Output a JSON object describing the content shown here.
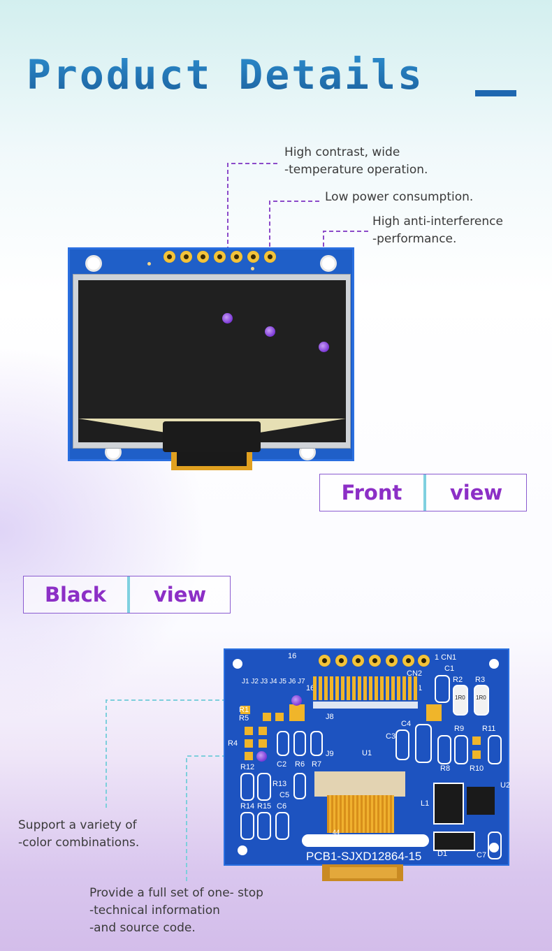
{
  "header": {
    "title": "Product Details"
  },
  "front_section": {
    "callouts": [
      {
        "line1": "High contrast, wide",
        "line2": "-temperature operation."
      },
      {
        "line1": "Low power consumption.",
        "line2": ""
      },
      {
        "line1": "High anti-interference",
        "line2": "-performance."
      }
    ],
    "label": {
      "word1": "Front",
      "word2": "view"
    }
  },
  "back_section": {
    "label": {
      "word1": "Black",
      "word2": "view"
    },
    "callouts": [
      {
        "line1": "Support a variety of",
        "line2": "-color combinations.",
        "line3": ""
      },
      {
        "line1": "Provide a full set of one- stop",
        "line2": "-technical information",
        "line3": "-and source code."
      }
    ],
    "pcb": {
      "name": "PCB1-SJXD12864-15",
      "connector_top": "16",
      "connector_right": "1 CN1",
      "cn2": "CN2",
      "jumpers": "J1 J2 J3 J4 J5 J6 J7",
      "j16": "16",
      "j8": "J8",
      "j9": "J9",
      "u1": "U1",
      "u2": "U2",
      "l1": "L1",
      "d1": "D1",
      "refs": [
        "C1",
        "R2",
        "R3",
        "R1",
        "R5",
        "R4",
        "C4",
        "C3",
        "R9",
        "R11",
        "C2",
        "R6",
        "R7",
        "R8",
        "R10",
        "R12",
        "R13",
        "C5",
        "R14",
        "R15",
        "C6",
        "C7"
      ],
      "resistor_code_1": "1R0",
      "resistor_code_2": "1R0",
      "one": "1",
      "flex_num": "44"
    }
  },
  "colors": {
    "title": "#1f78b6",
    "accent_purple": "#8c2fc6",
    "board_blue": "#1d53c0"
  }
}
